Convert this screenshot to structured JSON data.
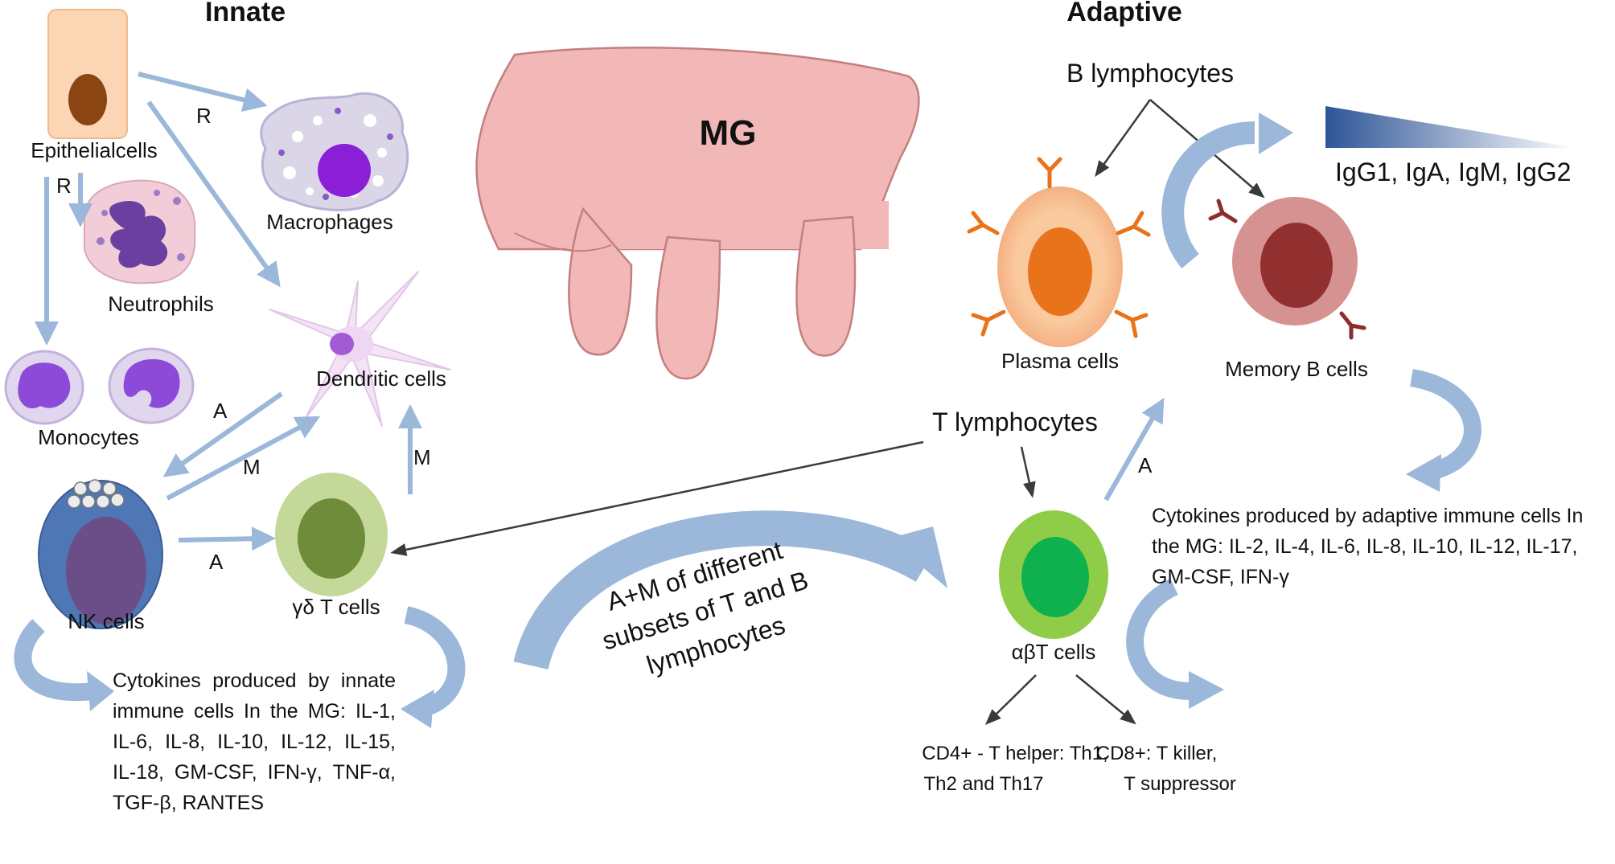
{
  "headers": {
    "innate": "Innate",
    "adaptive": "Adaptive"
  },
  "organ": {
    "label": "MG"
  },
  "innate": {
    "epithelial": "Epithelialcells",
    "macrophages": "Macrophages",
    "neutrophils": "Neutrophils",
    "monocytes": "Monocytes",
    "dendritic": "Dendritic cells",
    "nk": "NK cells",
    "gd_t": "γδ T cells",
    "cytokines": "Cytokines produced by innate immune cells In the MG: IL-1, IL-6, IL-8, IL-10, IL-12, IL-15, IL-18, GM-CSF, IFN-γ, TNF-α, TGF-β, RANTES"
  },
  "adaptive": {
    "b_lymphocytes": "B lymphocytes",
    "plasma": "Plasma cells",
    "memory_b": "Memory B cells",
    "ig_gradient": "IgG1, IgA, IgM, IgG2",
    "t_lymphocytes": "T lymphocytes",
    "ab_t": "αβT cells",
    "cd4_line1": "CD4+ - T helper: Th1,",
    "cd4_line2": "Th2 and Th17",
    "cd8_line1": "CD8+: T killer,",
    "cd8_line2": "T suppressor",
    "cytokines": "Cytokines produced by adaptive immune cells In the MG: IL-2, IL-4, IL-6, IL-8, IL-10, IL-12, IL-17, GM-CSF, IFN-γ"
  },
  "center": {
    "line1": "A+M of different",
    "line2": "subsets of T and B",
    "line3": "lymphocytes"
  },
  "arrow_labels": {
    "r_macrophage": "R",
    "r_neutrophil": "R",
    "a_dc_nk": "A",
    "m_nk_dc": "M",
    "a_nk_gd": "A",
    "m_gd_dc": "M",
    "a_ab_plasma": "A"
  },
  "colors": {
    "arrow_blue": "#9bb7da",
    "udder": "#f2b8b8",
    "plasma_orange": "#e8731a",
    "memory_red": "#8c2c2c",
    "nk_blue": "#4f77b5",
    "gd_green": "#c4d89a",
    "ab_green": "#8fcc47",
    "gradient_dark": "#2e5597"
  }
}
